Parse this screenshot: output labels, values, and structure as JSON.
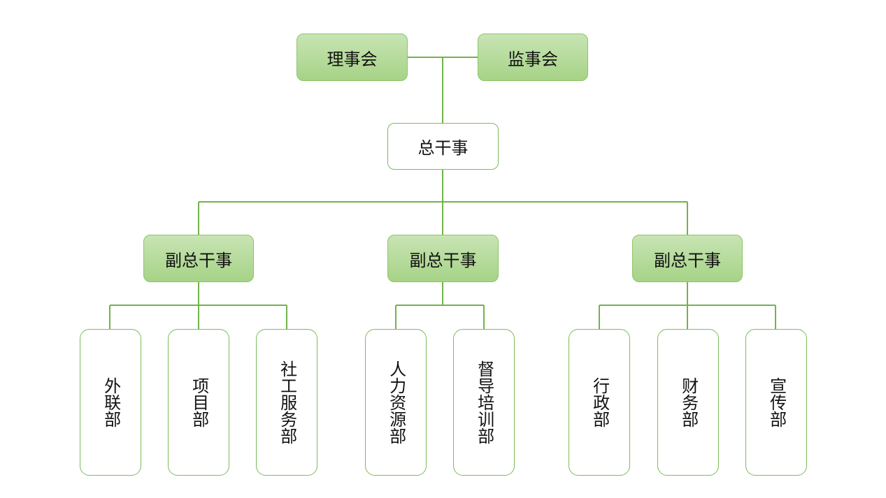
{
  "colors": {
    "line": "#72b34a",
    "box_border": "#7dbb5a",
    "green_fill_top": "#c8e4b4",
    "green_fill_bottom": "#a6d386"
  },
  "top": {
    "board": "理事会",
    "supervisors": "监事会"
  },
  "director": "总干事",
  "deputies": [
    {
      "label": "副总干事",
      "departments": [
        "外联部",
        "项目部",
        "社工服务部"
      ]
    },
    {
      "label": "副总干事",
      "departments": [
        "人力资源部",
        "督导培训部"
      ]
    },
    {
      "label": "副总干事",
      "departments": [
        "行政部",
        "财务部",
        "宣传部"
      ]
    }
  ]
}
